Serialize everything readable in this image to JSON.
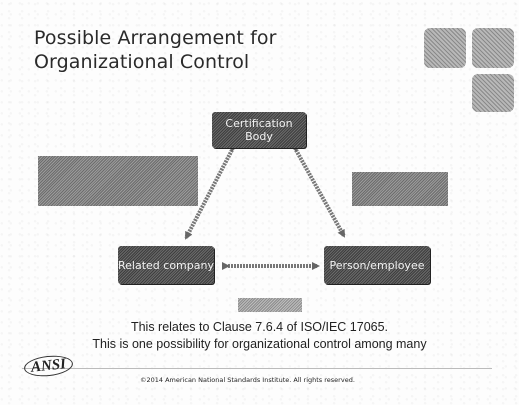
{
  "slide": {
    "title": "Possible Arrangement for Organizational Control"
  },
  "diagram": {
    "nodes": {
      "certification_body": "Certification Body",
      "related_company": "Related company",
      "person_employee": "Person/employee"
    }
  },
  "captions": {
    "line1": "This relates to Clause 7.6.4 of ISO/IEC 17065.",
    "line2": "This is one possibility for organizational control among many"
  },
  "footer": {
    "logo": "ANSI",
    "copyright": "©2014 American National Standards Institute.  All rights reserved."
  },
  "colors": {
    "dark_box": "#555555",
    "note_box": "#888888",
    "arrow": "#666666"
  }
}
